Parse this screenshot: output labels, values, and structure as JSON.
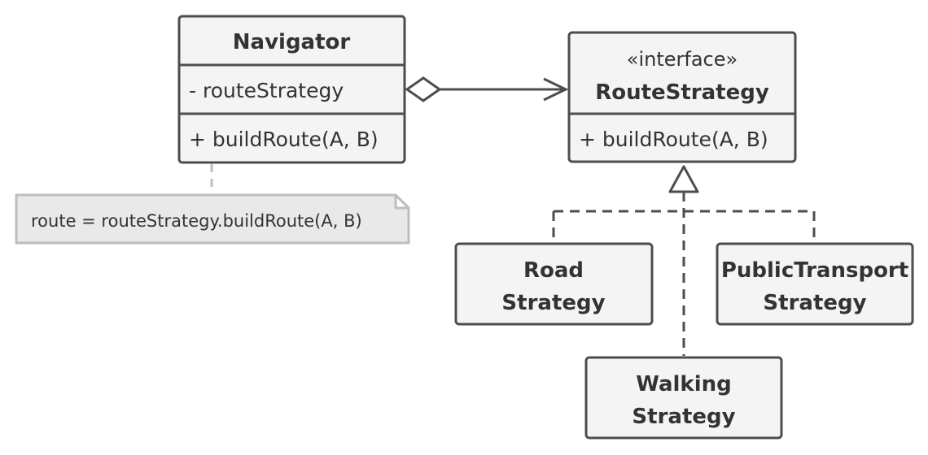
{
  "navigator": {
    "name": "Navigator",
    "field": "- routeStrategy",
    "method": "+ buildRoute(A, B)"
  },
  "route_strategy": {
    "stereotype": "«interface»",
    "name": "RouteStrategy",
    "method": "+ buildRoute(A, B)"
  },
  "note": {
    "text": "route = routeStrategy.buildRoute(A, B)"
  },
  "implementations": {
    "road": {
      "line1": "Road",
      "line2": "Strategy"
    },
    "public_transport": {
      "line1": "PublicTransport",
      "line2": "Strategy"
    },
    "walking": {
      "line1": "Walking",
      "line2": "Strategy"
    }
  },
  "colors": {
    "box_fill": "#f4f4f4",
    "box_stroke": "#4d4d4d",
    "note_fill": "#e9e9e9",
    "note_stroke": "#bdbdbd",
    "text": "#333333"
  }
}
